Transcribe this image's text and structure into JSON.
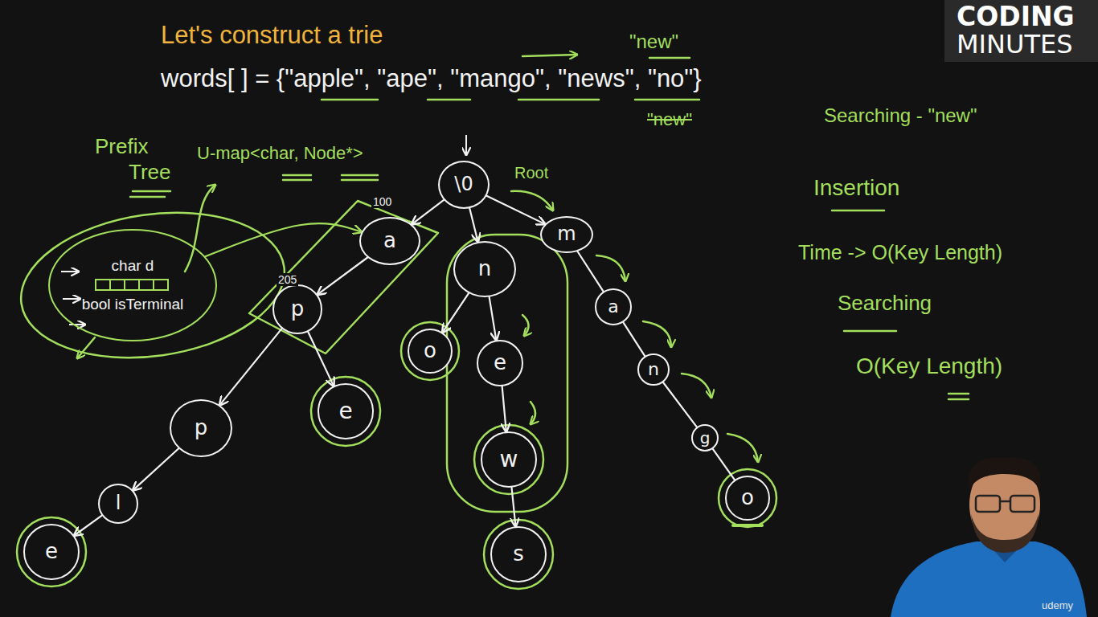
{
  "diagram": {
    "title": "Let's construct a trie",
    "nodes": [
      {
        "text": [
          "\\0"
        ]
      },
      {
        "text": [
          "a"
        ]
      },
      {
        "text": [
          "n"
        ]
      },
      {
        "text": [
          "m"
        ]
      },
      {
        "text": [
          "p"
        ]
      },
      {
        "text": [
          "o"
        ]
      },
      {
        "text": [
          "e"
        ]
      },
      {
        "text": [
          "a"
        ]
      },
      {
        "text": [
          "p"
        ]
      },
      {
        "text": [
          "e"
        ]
      },
      {
        "text": [
          "w"
        ]
      },
      {
        "text": [
          "n"
        ]
      },
      {
        "text": [
          "l"
        ]
      },
      {
        "text": [
          "s"
        ]
      },
      {
        "text": [
          "g"
        ]
      },
      {
        "text": [
          "e"
        ]
      },
      {
        "text": [
          "o"
        ]
      },
      {
        "text": [
          "char d",
          "bool isTerminal"
        ]
      }
    ],
    "edges": [
      {
        "from": 0,
        "to": 1,
        "arrow": "to"
      },
      {
        "from": 0,
        "to": 2,
        "arrow": "to"
      },
      {
        "from": 0,
        "to": 3,
        "arrow": "to"
      },
      {
        "from": 1,
        "to": 4,
        "arrow": "to"
      },
      {
        "from": 4,
        "to": 8,
        "arrow": "to"
      },
      {
        "from": 4,
        "to": 9,
        "arrow": "to"
      },
      {
        "from": 8,
        "to": 12,
        "arrow": "to"
      },
      {
        "from": 12,
        "to": 15,
        "arrow": "to"
      },
      {
        "from": 2,
        "to": 5,
        "arrow": "to"
      },
      {
        "from": 2,
        "to": 6,
        "arrow": "to"
      },
      {
        "from": 6,
        "to": 10,
        "arrow": "to"
      },
      {
        "from": 10,
        "to": 13,
        "arrow": "to"
      },
      {
        "from": 3,
        "to": 7,
        "arrow": "none"
      },
      {
        "from": 7,
        "to": 11,
        "arrow": "none"
      },
      {
        "from": 11,
        "to": 14,
        "arrow": "none"
      },
      {
        "from": 14,
        "to": 16,
        "arrow": "none"
      },
      {
        "from": 17,
        "to": 1,
        "arrow": "to"
      }
    ],
    "labels": [
      "words[ ] = {\"apple\", \"ape\", \"mango\", \"news\", \"no\"}",
      "\"new\"",
      "\"new\"",
      "Prefix",
      "Tree",
      "U-map<char, Node*>",
      "Root",
      "100",
      "205",
      "Searching - \"new\"",
      "Insertion",
      "Time -> O(Key Length)",
      "Searching",
      "O(Key Length)",
      "CODING",
      "MINUTES",
      "udemy"
    ]
  }
}
